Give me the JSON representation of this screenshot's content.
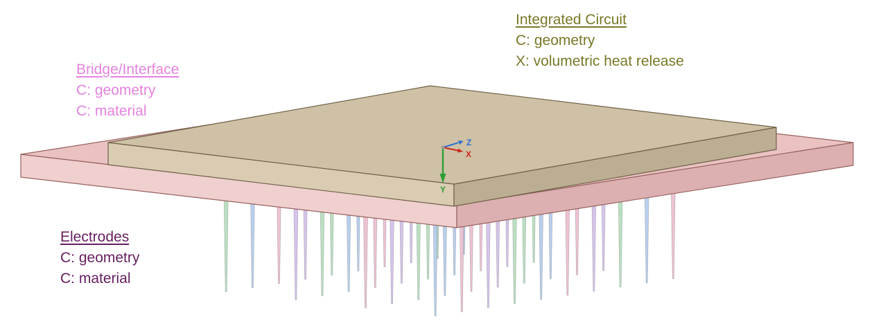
{
  "scene": {
    "axis_labels": {
      "x": "X",
      "y": "Y",
      "z": "Z"
    },
    "colors": {
      "ic_top": "#cfc1a6",
      "ic_left_face": "#d9ccb2",
      "ic_right_face": "#bcae92",
      "ic_edge": "#6e6046",
      "bridge_top": "#eac2c2",
      "bridge_left_face": "#f0cfcf",
      "bridge_right_face": "#dcb0b0",
      "bridge_edge": "#96625e",
      "axis_x": "#cc2a1e",
      "axis_y": "#2e9e33",
      "axis_z": "#2a6fd4",
      "electrode_palette": [
        "#abd9b5",
        "#aac4ea",
        "#eab4ca",
        "#cdb7e7"
      ]
    }
  },
  "annotations": {
    "integrated_circuit": {
      "title": "Integrated Circuit",
      "lines": [
        "C: geometry",
        "X: volumetric heat release"
      ],
      "color": "#787828"
    },
    "bridge_interface": {
      "title": "Bridge/Interface",
      "lines": [
        "C: geometry",
        "C: material"
      ],
      "color": "#e583dd"
    },
    "electrodes": {
      "title": "Electrodes",
      "lines": [
        "C: geometry",
        "C: material"
      ],
      "color": "#641e5f"
    }
  }
}
